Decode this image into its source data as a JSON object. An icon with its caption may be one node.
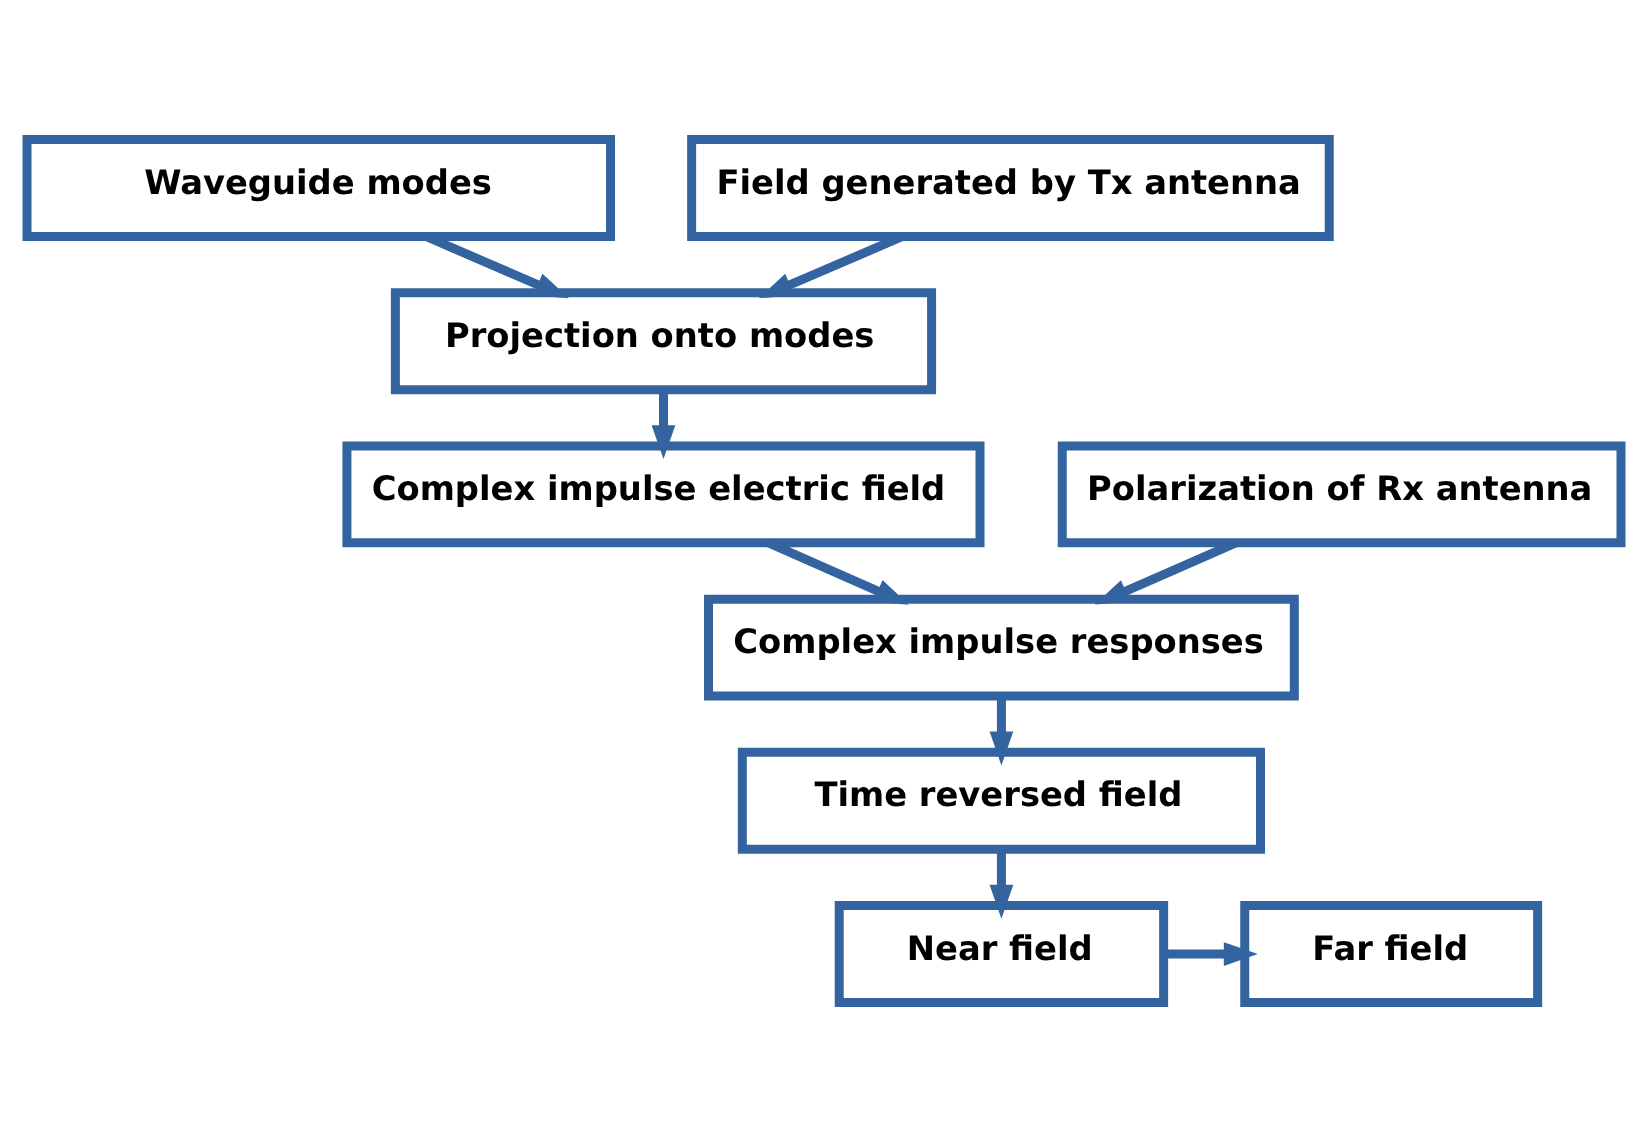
{
  "diagram": {
    "nodes": [
      {
        "text": [
          "Waveguide modes"
        ]
      },
      {
        "text": [
          "Field generated by Tx antenna"
        ]
      },
      {
        "text": [
          "Projection onto modes"
        ]
      },
      {
        "text": [
          "Complex impulse electric field"
        ]
      },
      {
        "text": [
          "Polarization of Rx antenna"
        ]
      },
      {
        "text": [
          "Complex impulse responses"
        ]
      },
      {
        "text": [
          "Time reversed field"
        ]
      },
      {
        "text": [
          "Near field"
        ]
      },
      {
        "text": [
          "Far field"
        ]
      }
    ],
    "edges": [
      {
        "from": 0,
        "to": 2,
        "arrow": "to"
      },
      {
        "from": 1,
        "to": 2,
        "arrow": "to"
      },
      {
        "from": 2,
        "to": 3,
        "arrow": "to"
      },
      {
        "from": 3,
        "to": 5,
        "arrow": "to"
      },
      {
        "from": 4,
        "to": 5,
        "arrow": "to"
      },
      {
        "from": 5,
        "to": 6,
        "arrow": "to"
      },
      {
        "from": 6,
        "to": 7,
        "arrow": "to"
      },
      {
        "from": 7,
        "to": 8,
        "arrow": "to"
      }
    ]
  }
}
